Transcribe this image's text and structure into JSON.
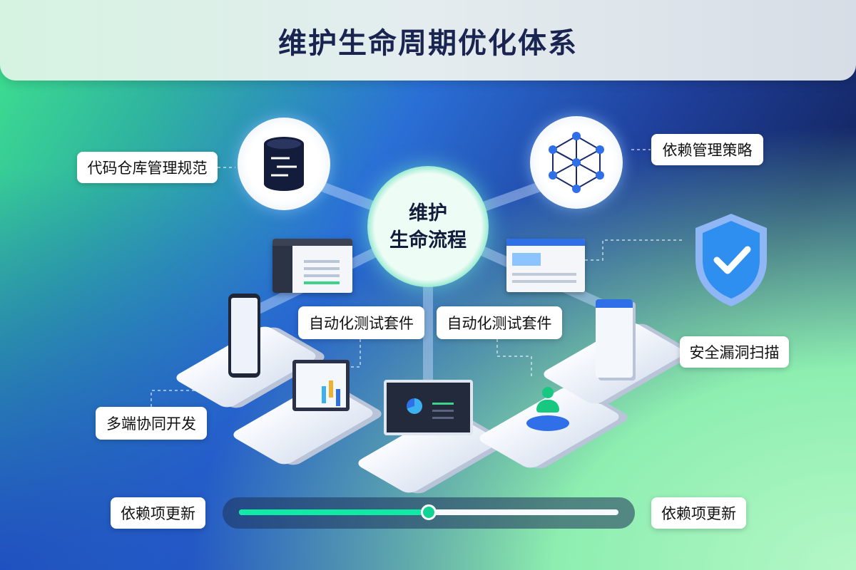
{
  "title": "维护生命周期优化体系",
  "center": {
    "line1": "维护",
    "line2": "生命流程"
  },
  "labels": {
    "repo": "代码仓库管理规范",
    "deps": "依赖管理策略",
    "test1": "自动化测试套件",
    "test2": "自动化测试套件",
    "security": "安全漏洞扫描",
    "multi": "多端协同开发",
    "update_left": "依赖项更新",
    "update_right": "依赖项更新"
  },
  "slider": {
    "value": 0.5
  },
  "colors": {
    "accent": "#10eaa4",
    "title": "#1a2450",
    "shield": "#2f8ff0"
  },
  "icons": [
    "database-icon",
    "network-icon",
    "shield-check-icon",
    "phone-icon",
    "laptop-icon",
    "monitor-icon",
    "user-icon",
    "document-icon"
  ]
}
